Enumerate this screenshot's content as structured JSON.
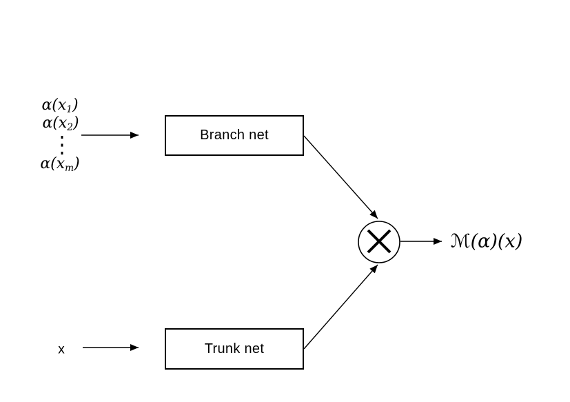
{
  "colors": {
    "background": "#ffffff",
    "stroke": "#000000",
    "text": "#000000"
  },
  "diagram": {
    "input_stack": {
      "line1": {
        "pre": "α(x",
        "sub": "1",
        "post": ")"
      },
      "line2": {
        "pre": "α(x",
        "sub": "2",
        "post": ")"
      },
      "ellipsis": "⋮",
      "line3": {
        "pre": "α(x",
        "sub": "m",
        "post": ")"
      }
    },
    "trunk_input_label": "x",
    "branch": {
      "label": "Branch net"
    },
    "trunk": {
      "label": "Trunk net"
    },
    "multiply_node": {
      "symbol": "×"
    },
    "output": {
      "script_m": "ℳ",
      "rest": "(α)(x)"
    }
  }
}
